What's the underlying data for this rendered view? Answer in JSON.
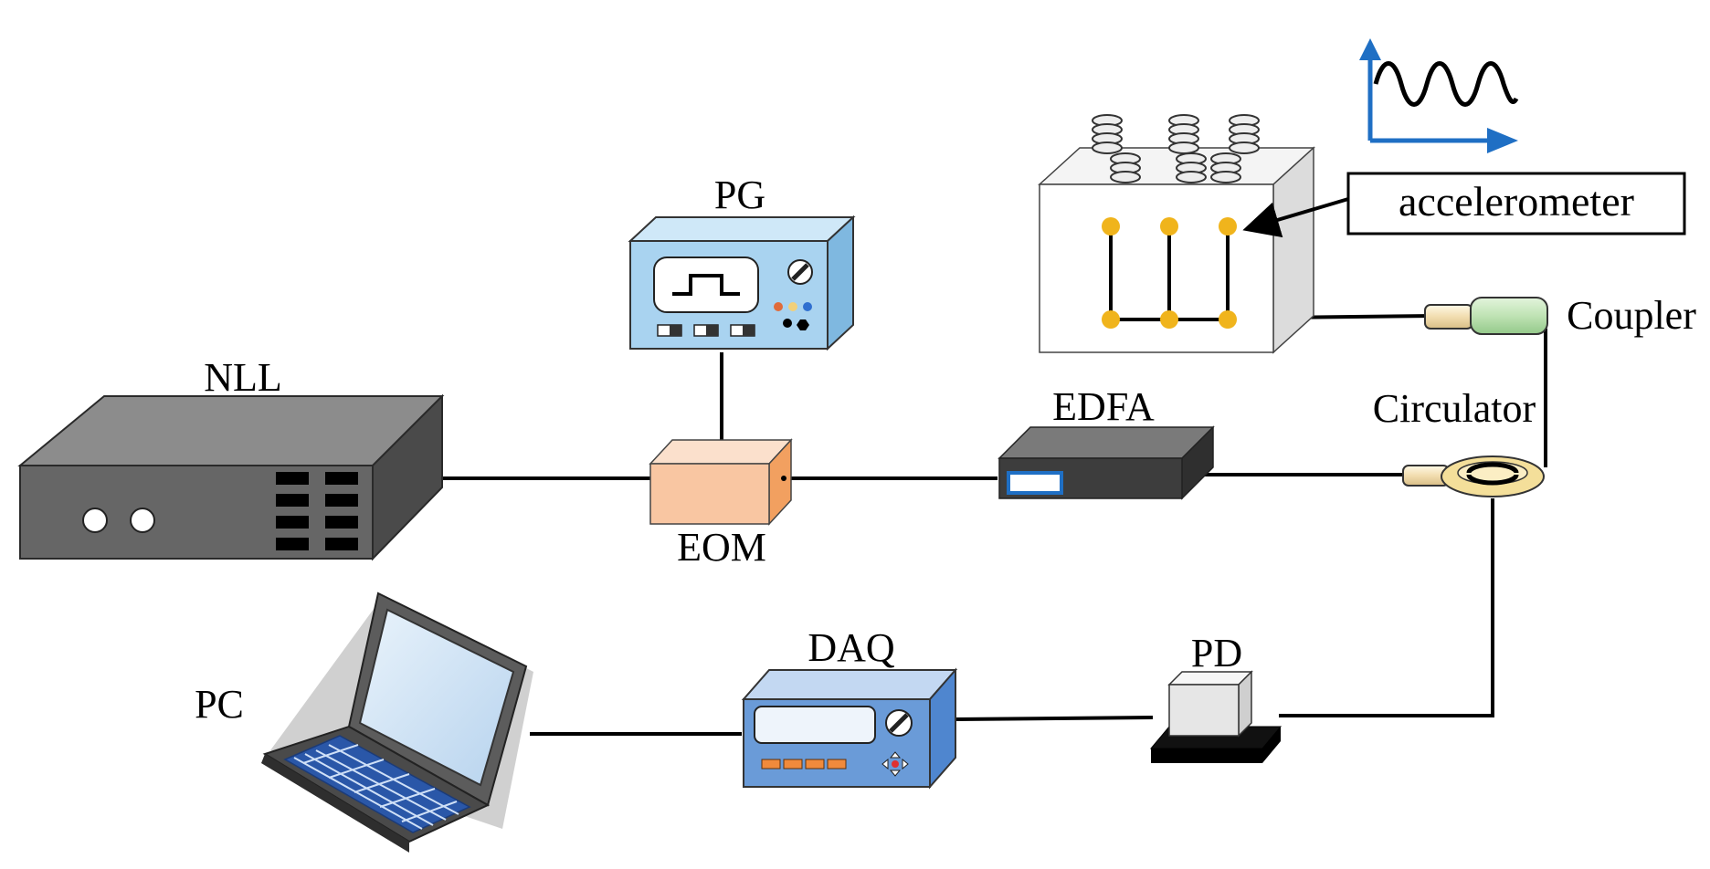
{
  "labels": {
    "pg": "PG",
    "nll": "NLL",
    "eom": "EOM",
    "edfa": "EDFA",
    "circulator": "Circulator",
    "coupler": "Coupler",
    "accelerometer": "accelerometer",
    "daq": "DAQ",
    "pd": "PD",
    "pc": "PC"
  },
  "colors": {
    "fiber": "#000000",
    "axis_blue": "#1f6fc4",
    "pg_blue": "#a9d3f0",
    "daq_blue": "#6a9bd8",
    "eom_orange": "#f6c29c",
    "nll_gray": "#5f5f5f",
    "sensor_dot": "#f0b41c",
    "coupler_green": "#bfe3b4"
  }
}
